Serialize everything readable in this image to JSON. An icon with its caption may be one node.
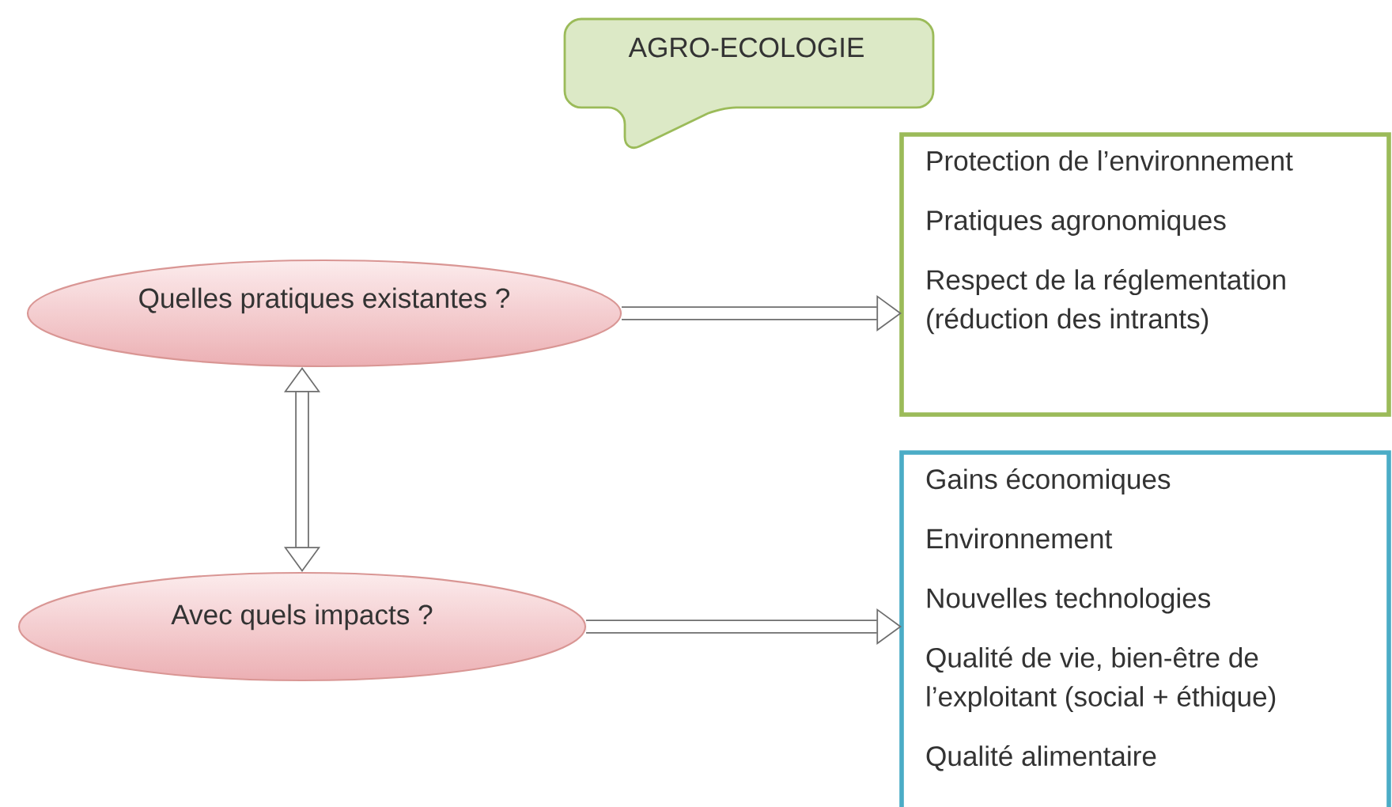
{
  "diagram": {
    "nodes": [
      {
        "text": [
          "AGRO-ECOLOGIE"
        ]
      },
      {
        "text": [
          "Quelles pratiques existantes ?"
        ]
      },
      {
        "text": [
          "Protection de l’environnement",
          "Pratiques agronomiques",
          "Respect de la réglementation (réduction des intrants)"
        ]
      },
      {
        "text": [
          "Avec quels impacts ?"
        ]
      },
      {
        "text": [
          "Gains économiques",
          "Environnement",
          "Nouvelles technologies",
          "Qualité de vie, bien-être de l’exploitant (social + éthique)",
          "Qualité alimentaire"
        ]
      }
    ],
    "edges": [
      {
        "from": 1,
        "to": 2,
        "arrow": "to"
      },
      {
        "from": 1,
        "to": 3,
        "arrow": "both"
      },
      {
        "from": 3,
        "to": 4,
        "arrow": "to"
      }
    ]
  }
}
